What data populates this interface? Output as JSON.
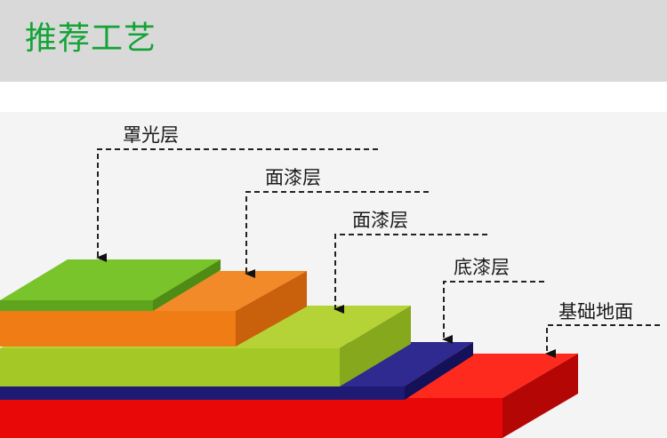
{
  "header": {
    "title": "推荐工艺"
  },
  "layers": [
    {
      "id": "topcoat",
      "label": "罩光层",
      "color": "#72bf27"
    },
    {
      "id": "finish1",
      "label": "面漆层",
      "color": "#ee7a1b"
    },
    {
      "id": "finish2",
      "label": "面漆层",
      "color": "#a8c82a"
    },
    {
      "id": "primer",
      "label": "底漆层",
      "color": "#25217e"
    },
    {
      "id": "base",
      "label": "基础地面",
      "color": "#f20c0c"
    }
  ]
}
